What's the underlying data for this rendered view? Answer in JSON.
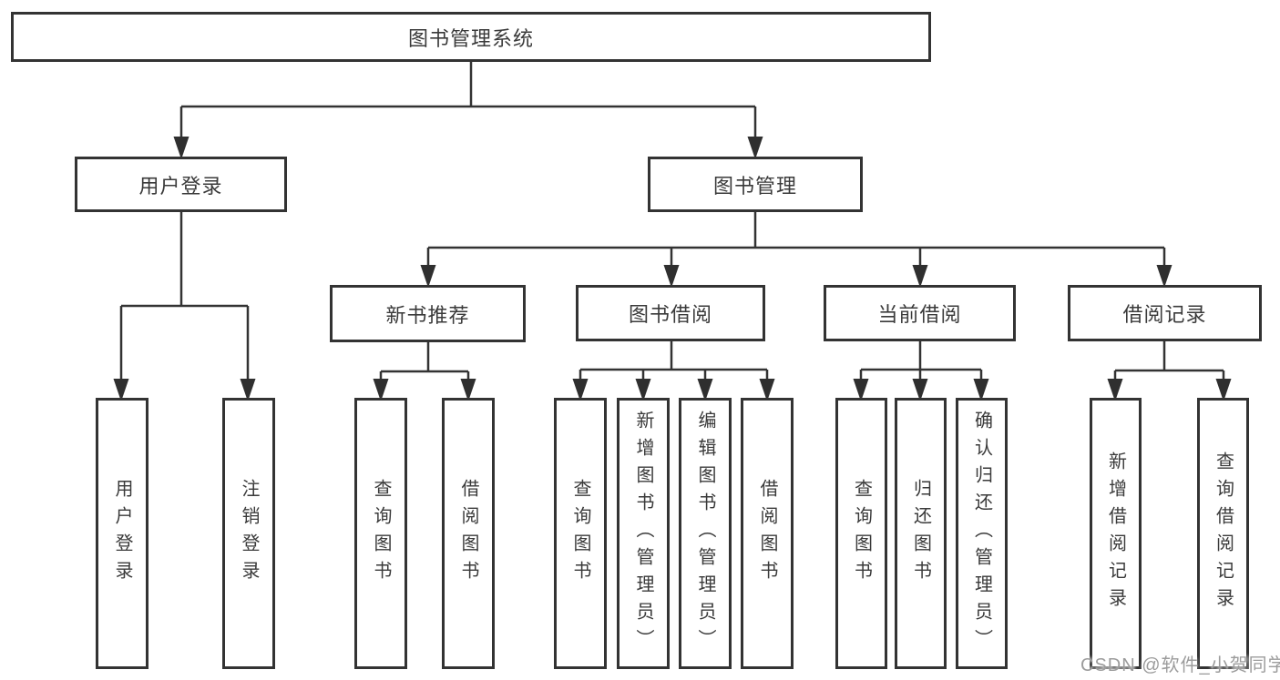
{
  "colors": {
    "line": "#333333",
    "text": "#3a3a3a",
    "watermark": "#9c9c9c",
    "background": "#ffffff"
  },
  "root": {
    "label": "图书管理系统"
  },
  "branches": {
    "user_login": {
      "label": "用户登录",
      "children": [
        "用户登录",
        "注销登录"
      ]
    },
    "book_management": {
      "label": "图书管理"
    }
  },
  "modules": [
    {
      "label": "新书推荐",
      "children": [
        "查询图书",
        "借阅图书"
      ]
    },
    {
      "label": "图书借阅",
      "children": [
        "查询图书",
        "新增图书（管理员）",
        "编辑图书（管理员）",
        "借阅图书"
      ]
    },
    {
      "label": "当前借阅",
      "children": [
        "查询图书",
        "归还图书",
        "确认归还（管理员）"
      ]
    },
    {
      "label": "借阅记录",
      "children": [
        "新增借阅记录",
        "查询借阅记录"
      ]
    }
  ],
  "watermark": "CSDN @软件_小贺同学"
}
